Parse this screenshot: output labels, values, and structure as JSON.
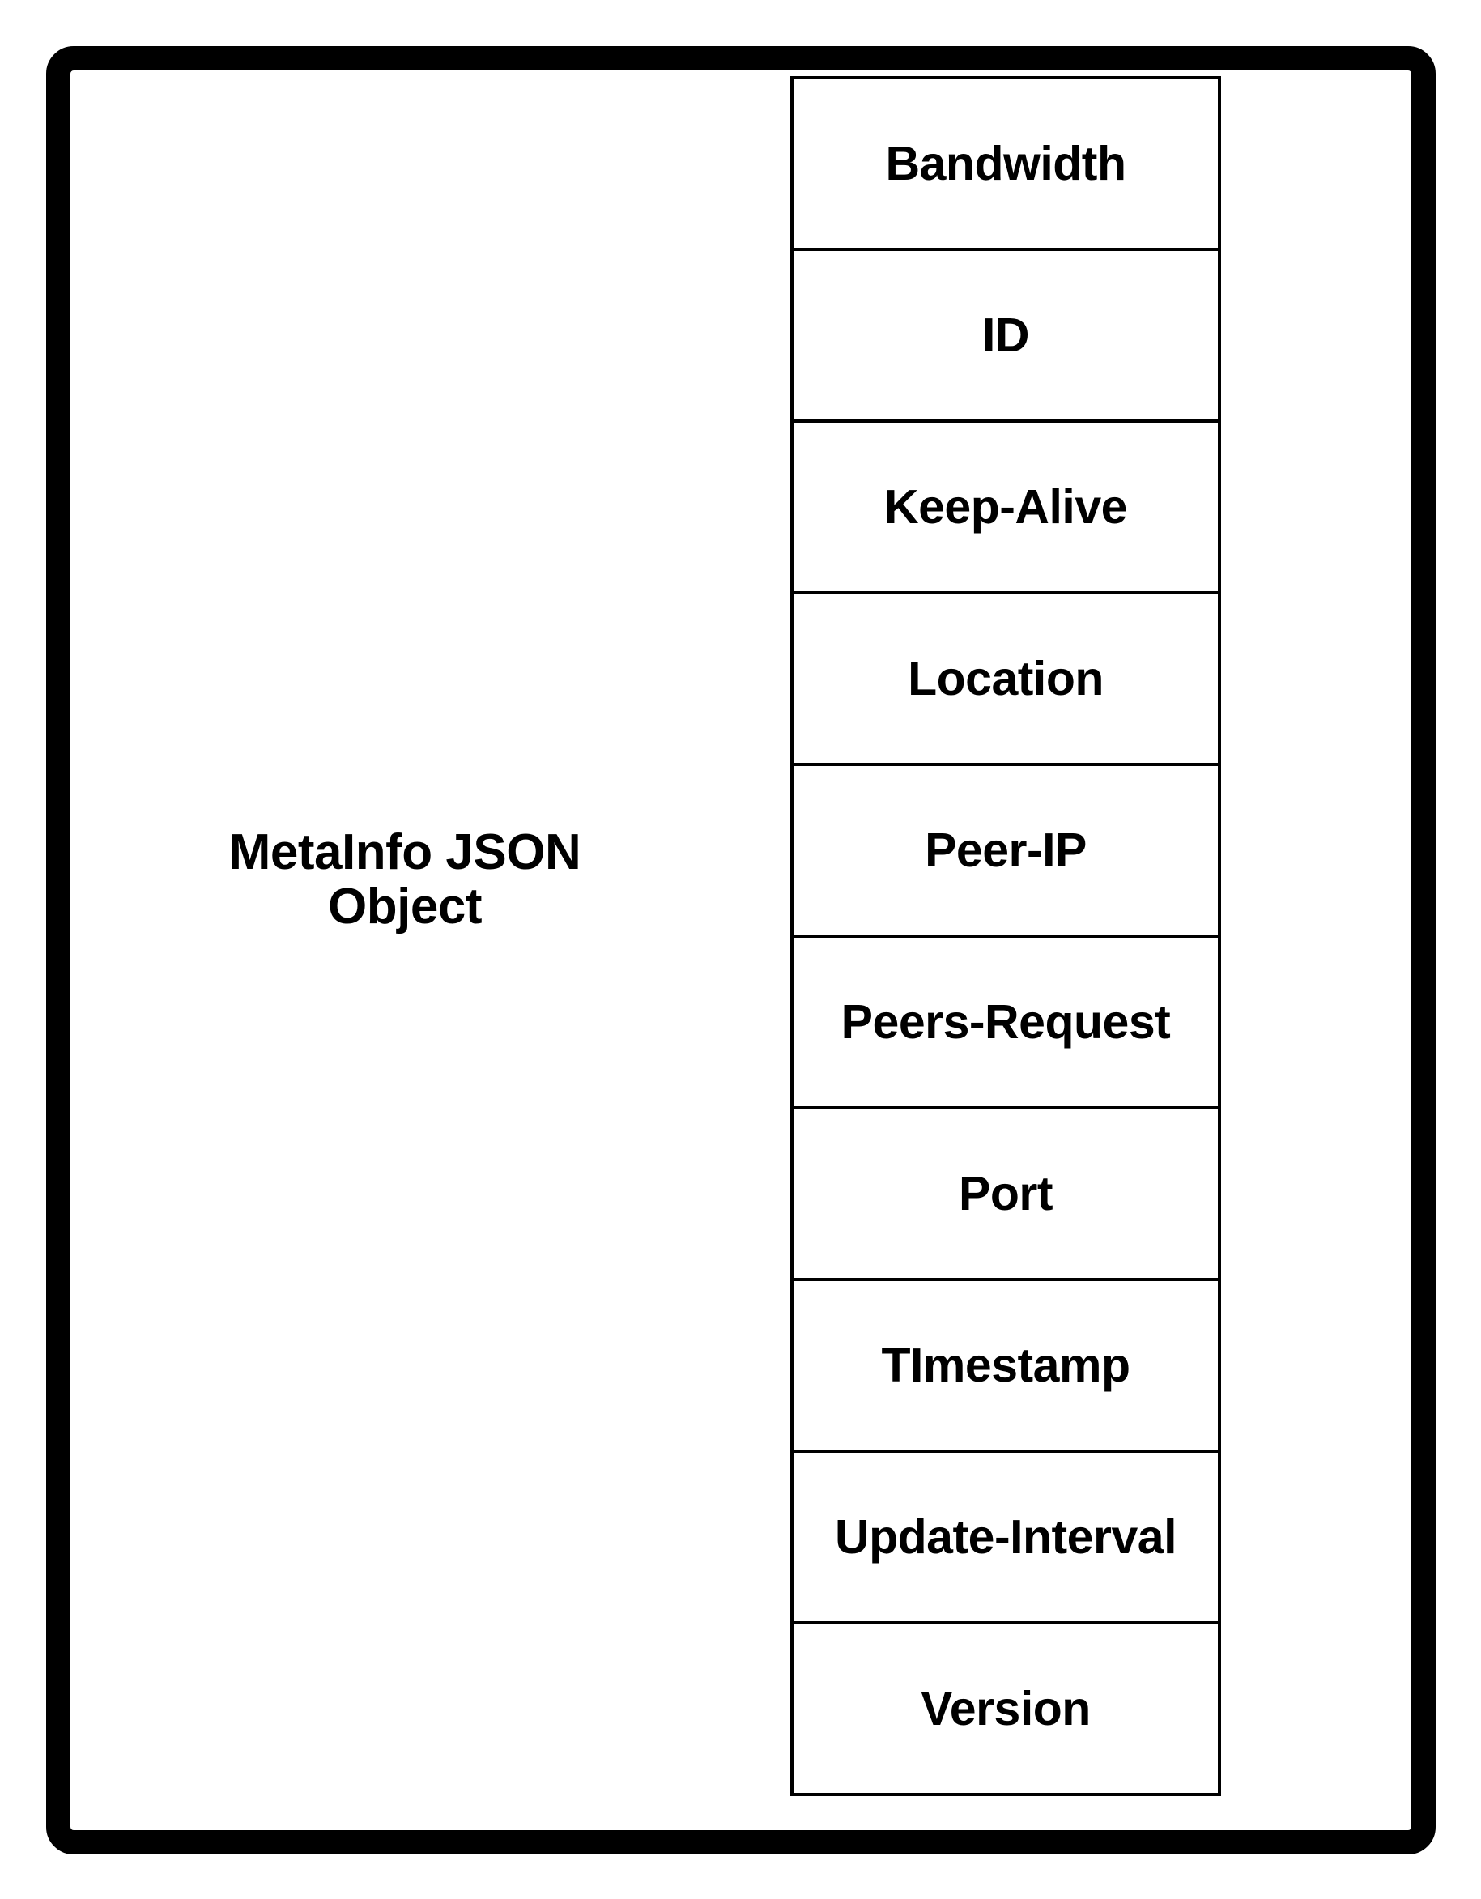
{
  "diagram": {
    "object_label": "MetaInfo JSON\nObject",
    "colors": {
      "frame": "#000000",
      "background": "#ffffff",
      "text": "#000000",
      "table_border": "#000000"
    },
    "fields": [
      {
        "label": "Bandwidth"
      },
      {
        "label": "ID"
      },
      {
        "label": "Keep-Alive"
      },
      {
        "label": "Location"
      },
      {
        "label": "Peer-IP"
      },
      {
        "label": "Peers-Request"
      },
      {
        "label": "Port"
      },
      {
        "label": "TImestamp"
      },
      {
        "label": "Update-Interval"
      },
      {
        "label": "Version"
      }
    ]
  }
}
